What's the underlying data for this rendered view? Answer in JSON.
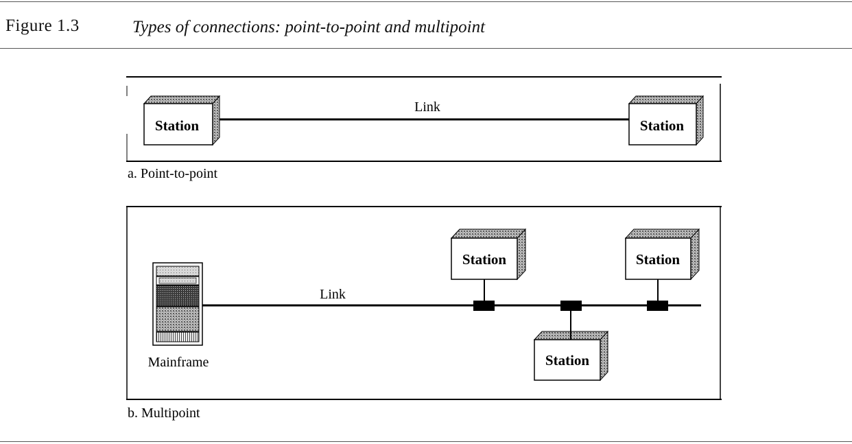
{
  "figure": {
    "number": "Figure 1.3",
    "caption": "Types of connections: point-to-point and multipoint"
  },
  "panel_a": {
    "link_label": "Link",
    "station_left": "Station",
    "station_right": "Station",
    "subcaption": "a. Point-to-point"
  },
  "panel_b": {
    "link_label": "Link",
    "mainframe_label": "Mainframe",
    "station_top_left": "Station",
    "station_top_right": "Station",
    "station_bottom": "Station",
    "subcaption": "b. Multipoint"
  }
}
